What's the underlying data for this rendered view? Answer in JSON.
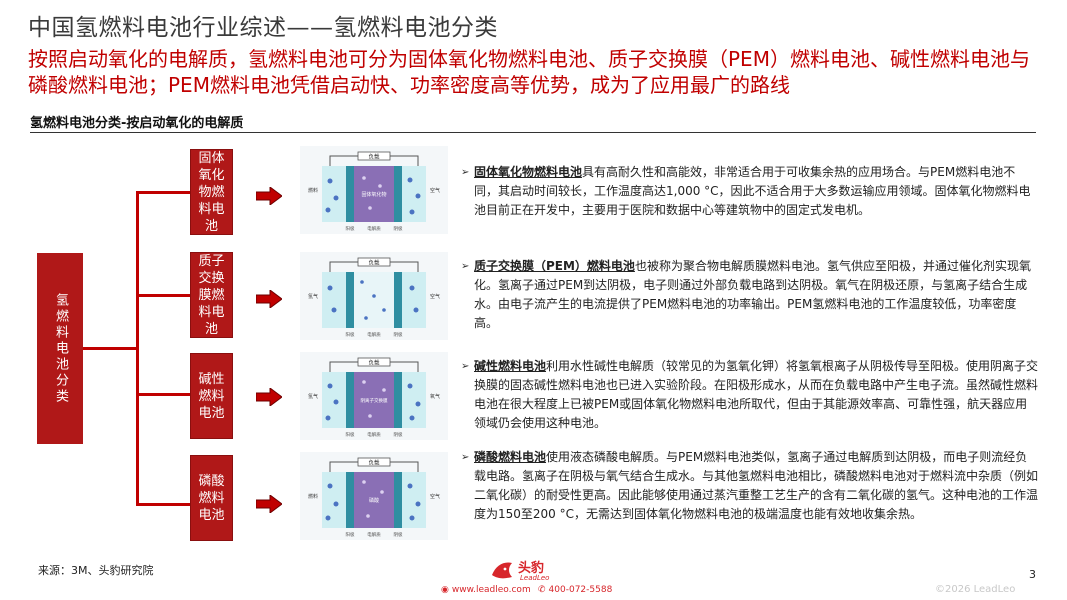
{
  "header": {
    "title": "中国氢燃料电池行业综述——氢燃料电池分类",
    "subtitle": "按照启动氧化的电解质，氢燃料电池可分为固体氧化物燃料电池、质子交换膜（PEM）燃料电池、碱性燃料电池与磷酸燃料电池；PEM燃料电池凭借启动快、功率密度高等优势，成为了应用最广的路线"
  },
  "section": {
    "label": "氢燃料电池分类-按启动氧化的电解质"
  },
  "tree": {
    "root": "氢燃料电池分类",
    "categories": [
      {
        "label": "固体氧化物燃料电池",
        "name": "固体氧化物燃料电池",
        "text": "具有高耐久性和高能效，非常适合用于可收集余热的应用场合。与PEM燃料电池不同，其启动时间较长，工作温度高达1,000 °C，因此不适合用于大多数运输应用领域。固体氧化物燃料电池目前正在开发中，主要用于医院和数据中心等建筑物中的固定式发电机。",
        "diagram": {
          "top": "负载",
          "membrane": "固体氧化物",
          "left": "燃料",
          "right": "空气",
          "bottom_left": "阳极",
          "bottom_mid": "电解质",
          "bottom_right": "阴极"
        }
      },
      {
        "label": "质子交换膜燃料电池",
        "name": "质子交换膜（PEM）燃料电池",
        "text": "也被称为聚合物电解质膜燃料电池。氢气供应至阳极，并通过催化剂实现氧化。氢离子通过PEM到达阴极，电子则通过外部负载电路到达阴极。氧气在阴极还原，与氢离子结合生成水。由电子流产生的电流提供了PEM燃料电池的功率输出。PEM氢燃料电池的工作温度较低，功率密度高。",
        "diagram": {
          "top": "负载",
          "membrane": "",
          "left": "氢气",
          "right": "空气",
          "bottom_left": "阳极",
          "bottom_mid": "电解质",
          "bottom_right": "阴极"
        }
      },
      {
        "label": "碱性燃料电池",
        "name": "碱性燃料电池",
        "text": "利用水性碱性电解质（较常见的为氢氧化钾）将氢氧根离子从阴极传导至阳极。使用阴离子交换膜的固态碱性燃料电池也已进入实验阶段。在阳极形成水，从而在负载电路中产生电子流。虽然碱性燃料电池在很大程度上已被PEM或固体氧化物燃料电池所取代，但由于其能源效率高、可靠性强，航天器应用领域仍会使用这种电池。",
        "diagram": {
          "top": "负载",
          "membrane": "阴离子交换膜",
          "left": "氢气",
          "right": "氧气",
          "bottom_left": "阳极",
          "bottom_mid": "电解质",
          "bottom_right": "阴极"
        }
      },
      {
        "label": "磷酸燃料电池",
        "name": "磷酸燃料电池",
        "text": "使用液态磷酸电解质。与PEM燃料电池类似，氢离子通过电解质到达阴极，而电子则流经负载电路。氢离子在阴极与氧气结合生成水。与其他氢燃料电池相比，磷酸燃料电池对于燃料流中杂质（例如二氧化碳）的耐受性更高。因此能够使用通过蒸汽重整工艺生产的含有二氧化碳的氢气。这种电池的工作温度为150至200 °C，无需达到固体氧化物燃料电池的极端温度也能有效地收集余热。",
        "diagram": {
          "top": "负载",
          "membrane": "磷酸",
          "left": "燃料",
          "right": "空气",
          "bottom_left": "阳极",
          "bottom_mid": "电解质",
          "bottom_right": "阴极"
        }
      }
    ]
  },
  "footer": {
    "source": "来源：3M、头豹研究院",
    "page": "3",
    "copyright": "©2026 LeadLeo",
    "logo_text": "头豹",
    "logo_sub": "LeadLeo",
    "website": "www.leadleo.com",
    "phone": "400-072-5588"
  },
  "colors": {
    "brand_red": "#c00000",
    "box_red": "#b01818",
    "membrane_purple": "#8a6fb5",
    "electrode_teal": "#57b9c8"
  }
}
